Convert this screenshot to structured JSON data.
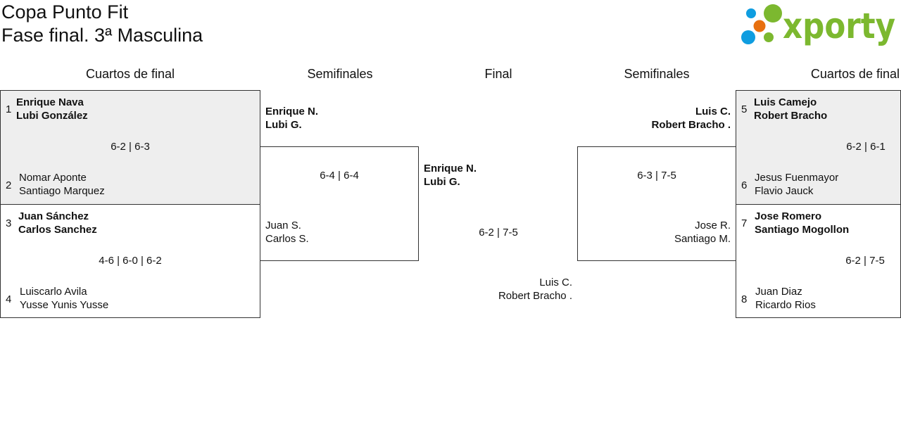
{
  "header": {
    "title": "Copa Punto Fit",
    "subtitle": "Fase final. 3ª Masculina",
    "logo_text": "xporty"
  },
  "rounds": {
    "qf_left": "Cuartos de final",
    "sf_left": "Semifinales",
    "final": "Final",
    "sf_right": "Semifinales",
    "qf_right": "Cuartos de final"
  },
  "qf_left": [
    {
      "seed_a": "1",
      "a1": "Enrique Nava",
      "a2": "Lubi González",
      "score": "6-2 | 6-3",
      "seed_b": "2",
      "b1": "Nomar Aponte",
      "b2": "Santiago Marquez"
    },
    {
      "seed_a": "3",
      "a1": "Juan Sánchez",
      "a2": "Carlos Sanchez",
      "score": "4-6 | 6-0 | 6-2",
      "seed_b": "4",
      "b1": "Luiscarlo Avila",
      "b2": "Yusse Yunis Yusse"
    }
  ],
  "sf_left": {
    "w1": "Enrique N.",
    "w2": "Lubi G.",
    "score": "6-4 | 6-4",
    "l1": "Juan S.",
    "l2": "Carlos S."
  },
  "final": {
    "w1": "Enrique N.",
    "w2": "Lubi G.",
    "score": "6-2 | 7-5",
    "l1": "Luis C.",
    "l2": "Robert Bracho ."
  },
  "sf_right": {
    "w1": "Luis C.",
    "w2": "Robert Bracho .",
    "score": "6-3 | 7-5",
    "l1": "Jose R.",
    "l2": "Santiago M."
  },
  "qf_right": [
    {
      "seed_a": "5",
      "a1": "Luis Camejo",
      "a2": "Robert Bracho",
      "score": "6-2 | 6-1",
      "seed_b": "6",
      "b1": "Jesus Fuenmayor",
      "b2": "Flavio Jauck"
    },
    {
      "seed_a": "7",
      "a1": "Jose Romero",
      "a2": "Santiago Mogollon",
      "score": "6-2 | 7-5",
      "seed_b": "8",
      "b1": "Juan Diaz",
      "b2": "Ricardo Rios"
    }
  ],
  "colors": {
    "logo_green": "#7cb82f",
    "logo_blue": "#0f9de0",
    "logo_orange": "#e8700f",
    "winner_bg": "#eeeeee"
  }
}
